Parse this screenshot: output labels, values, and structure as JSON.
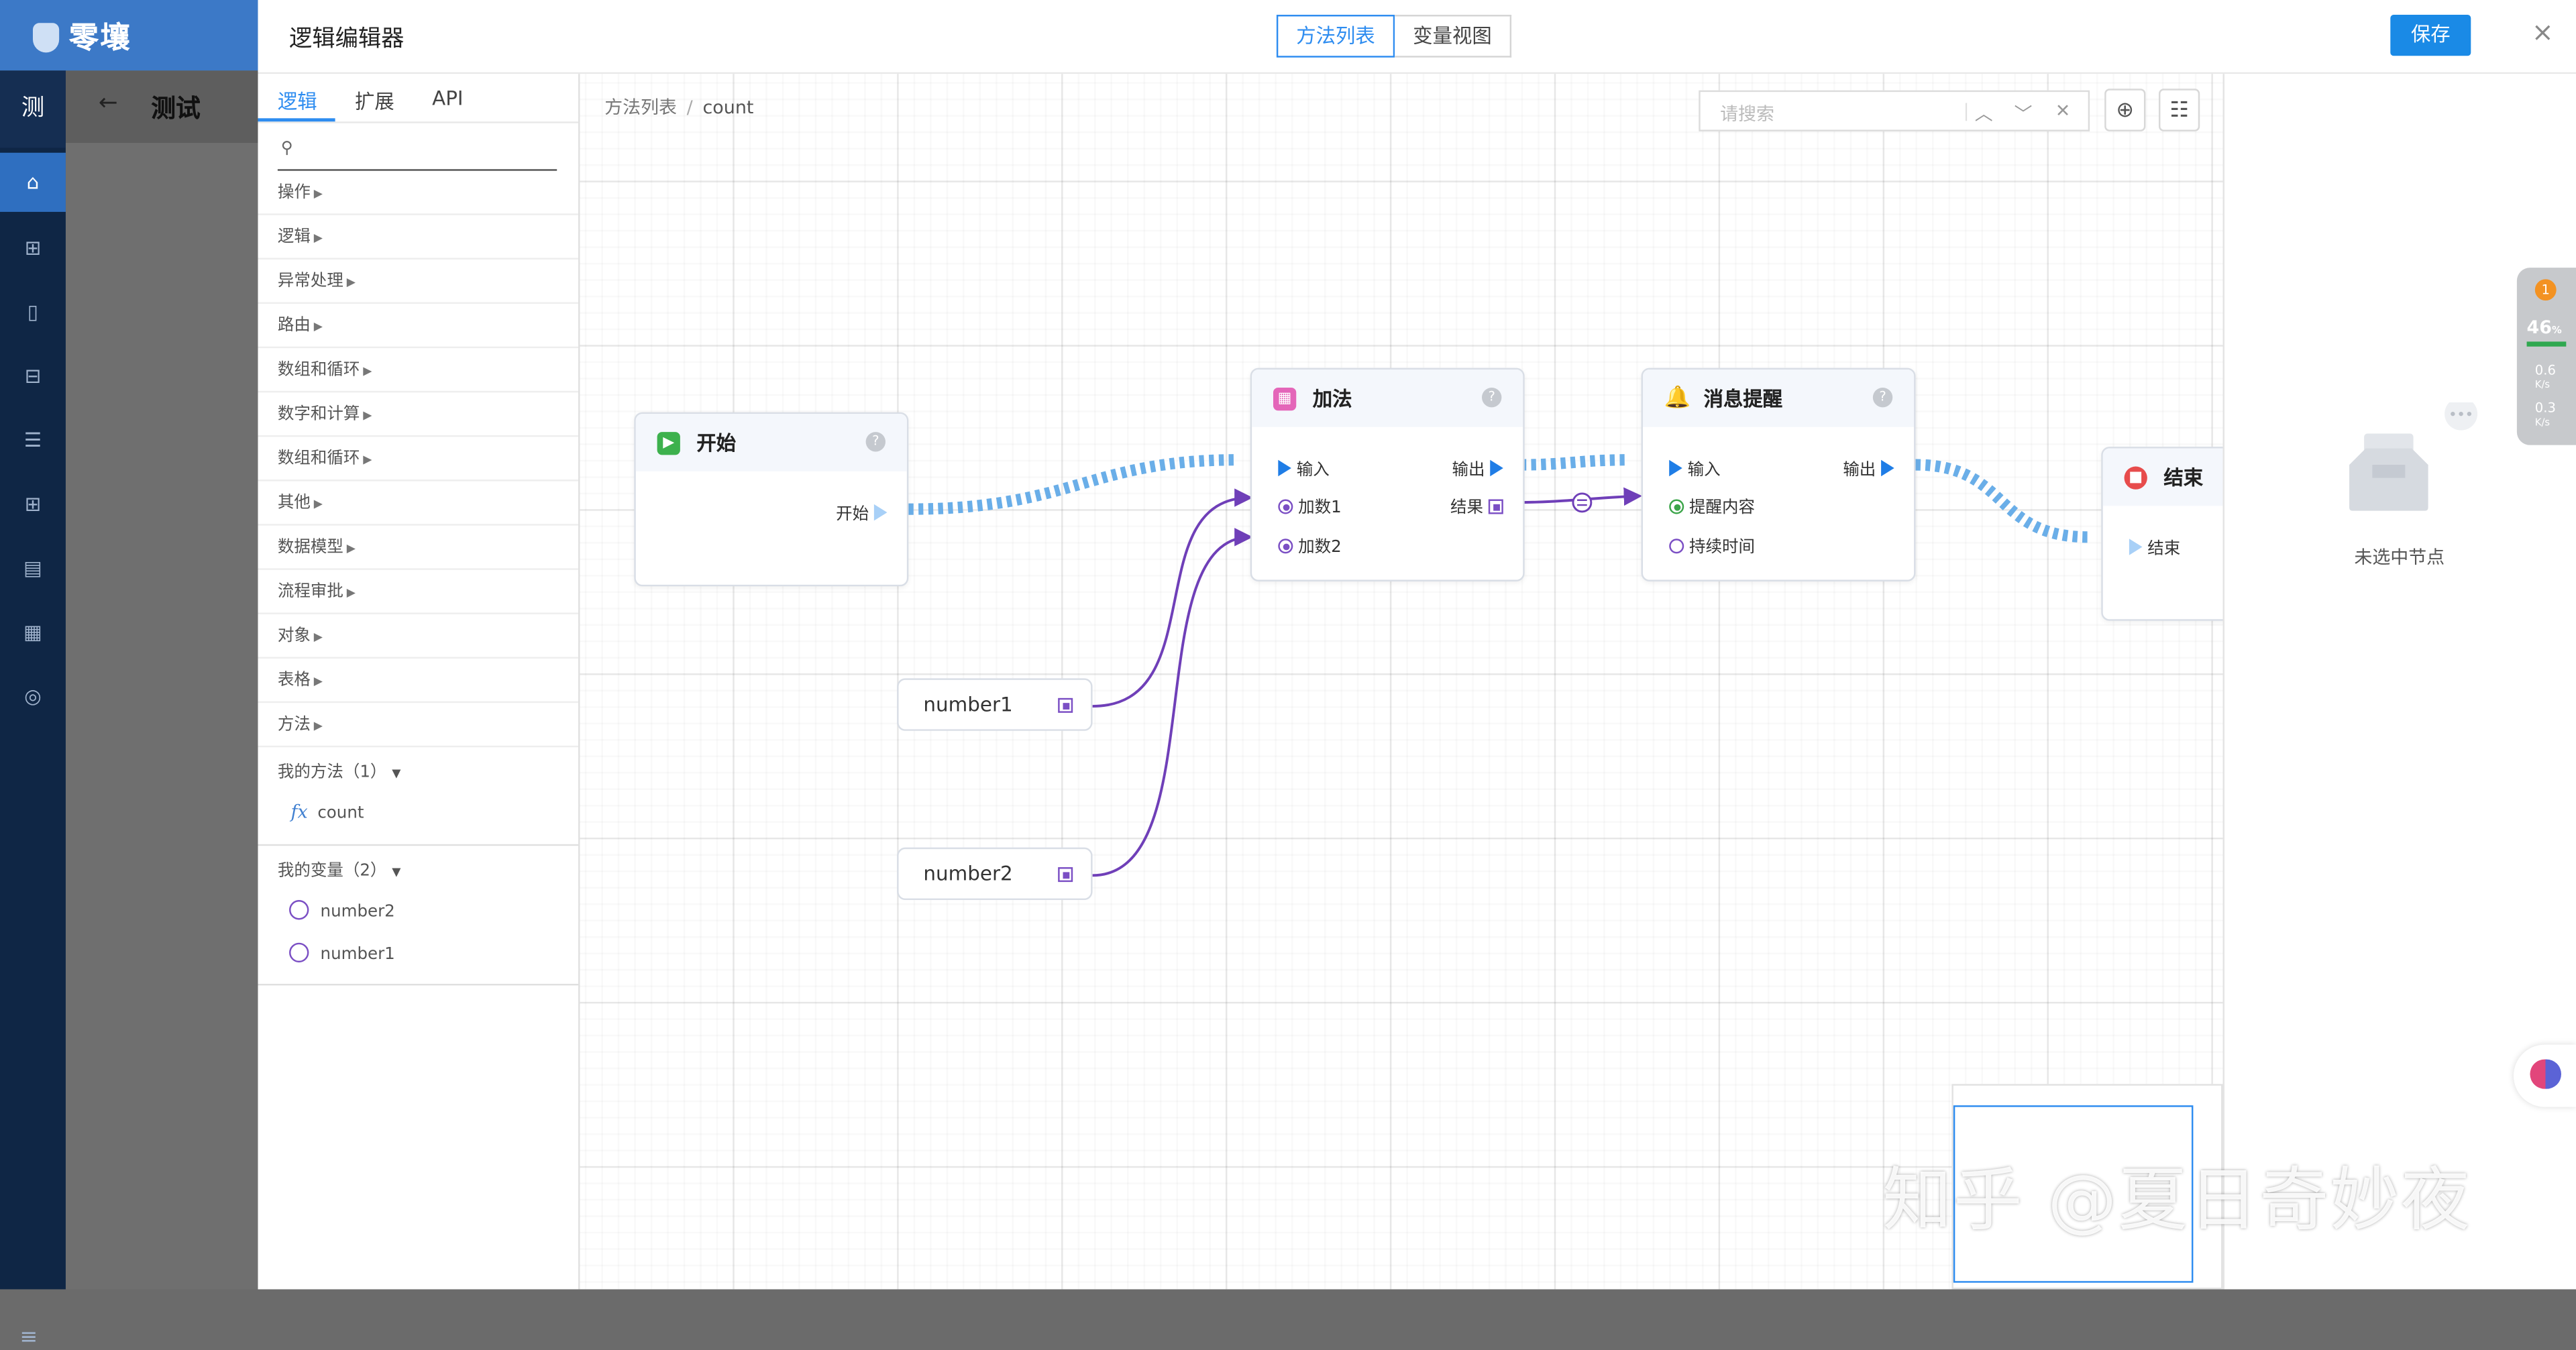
{
  "app": {
    "logo_text": "零壤",
    "avatar_text": "测",
    "back_arrow": "←",
    "page_title": "测试",
    "nav_icons": [
      "home-icon",
      "plus-square-icon",
      "book-icon",
      "inbox-icon",
      "list-icon",
      "grid-icon",
      "table-icon",
      "form-icon",
      "settings-icon"
    ],
    "collapse_icon": "≡"
  },
  "modal": {
    "title": "逻辑编辑器",
    "view_tabs": [
      "方法列表",
      "变量视图"
    ],
    "save_label": "保存",
    "close_symbol": "×"
  },
  "left_panel": {
    "tabs": [
      "逻辑",
      "扩展",
      "API"
    ],
    "categories": [
      "操作",
      "逻辑",
      "异常处理",
      "路由",
      "数组和循环",
      "数字和计算",
      "数组和循环",
      "其他",
      "数据模型",
      "流程审批",
      "对象",
      "表格",
      "方法"
    ],
    "my_methods_header": "我的方法（1）",
    "my_methods": [
      {
        "fx": "fx",
        "name": "count"
      }
    ],
    "my_variables_header": "我的变量（2）",
    "my_variables": [
      "number2",
      "number1"
    ]
  },
  "canvas": {
    "breadcrumb_root": "方法列表",
    "breadcrumb_sep": "/",
    "breadcrumb_current": "count",
    "search_placeholder": "请搜索",
    "search_up": "︿",
    "search_down": "﹀",
    "search_clear": "✕",
    "nodes": {
      "start": {
        "title": "开始",
        "port_out": "开始"
      },
      "add": {
        "title": "加法",
        "in": "输入",
        "out": "输出",
        "arg1": "加数1",
        "arg2": "加数2",
        "result": "结果"
      },
      "notify": {
        "title": "消息提醒",
        "in": "输入",
        "out": "输出",
        "content": "提醒内容",
        "duration": "持续时间"
      },
      "end": {
        "title": "结束",
        "port_in": "结束"
      }
    },
    "variables": {
      "v1": "number1",
      "v2": "number2"
    }
  },
  "right_panel": {
    "empty_text": "未选中节点"
  },
  "widget": {
    "badge": "1",
    "cpu_percent": "46",
    "cpu_unit": "%",
    "upload": "0.6",
    "download": "0.3",
    "rate_unit": "K/s"
  },
  "watermark": "知乎 @夏日奇妙夜",
  "colors": {
    "accent": "#2d8cf0",
    "save": "#1a8ae6",
    "flow_line": "#6aaee8",
    "data_line": "#6f3fb8",
    "sidebar": "#0f2645"
  }
}
